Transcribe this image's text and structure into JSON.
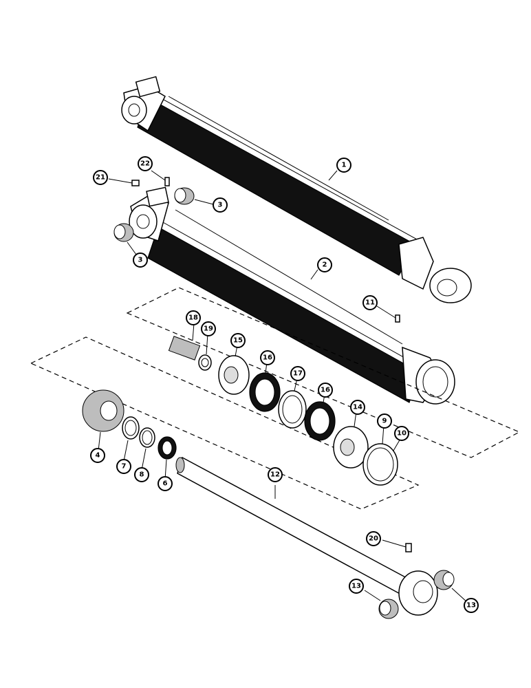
{
  "callouts": {
    "c1": "1",
    "c2": "2",
    "c3a": "3",
    "c3b": "3",
    "c4": "4",
    "c6": "6",
    "c7": "7",
    "c8": "8",
    "c9": "9",
    "c10": "10",
    "c11": "11",
    "c12": "12",
    "c13a": "13",
    "c13b": "13",
    "c14": "14",
    "c15": "15",
    "c16a": "16",
    "c16b": "16",
    "c17": "17",
    "c18": "18",
    "c19": "19",
    "c20": "20",
    "c21": "21",
    "c22": "22"
  }
}
